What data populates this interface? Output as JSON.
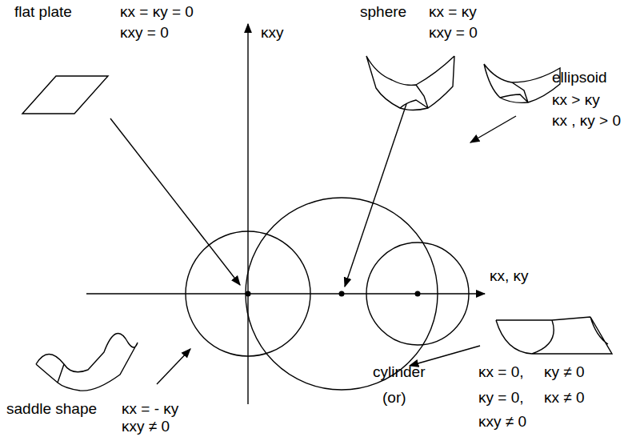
{
  "diagram": {
    "labels": [
      "flat plate",
      "κx = κy = 0",
      "κxy = 0",
      "κxy",
      "sphere",
      "κx = κy",
      "κxy = 0",
      "ellipsoid",
      "κx > κy",
      "κx , κy > 0",
      "κx, κy",
      "saddle shape",
      "κx = - κy",
      "κxy ≠ 0",
      "cylinder",
      "κx = 0,",
      "κy ≠ 0",
      "(or)",
      "κy = 0,",
      "κx ≠ 0",
      "κxy ≠ 0"
    ]
  }
}
